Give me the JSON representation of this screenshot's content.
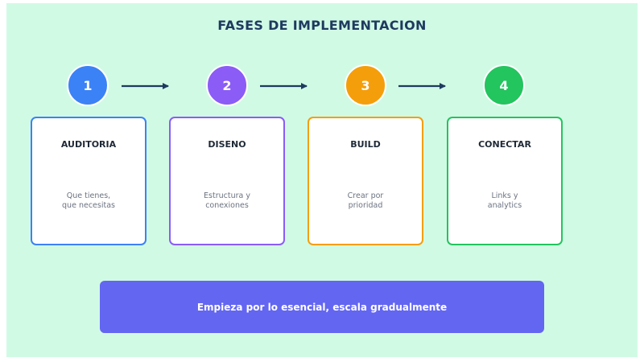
{
  "title": "FASES DE IMPLEMENTACION",
  "phases": [
    {
      "number": "1",
      "name": "AUDITORIA",
      "description": "Que tienes,\nque necesitas",
      "color": "#3b82f6"
    },
    {
      "number": "2",
      "name": "DISENO",
      "description": "Estructura y\nconexiones",
      "color": "#8b5cf6"
    },
    {
      "number": "3",
      "name": "BUILD",
      "description": "Crear por\nprioridad",
      "color": "#f59e0b"
    },
    {
      "number": "4",
      "name": "CONECTAR",
      "description": "Links y\nanalytics",
      "color": "#22c55e"
    }
  ],
  "arrow_color": "#1e3a5f",
  "banner": {
    "text": "Empieza por lo esencial, escala gradualmente",
    "color": "#6366f1"
  }
}
